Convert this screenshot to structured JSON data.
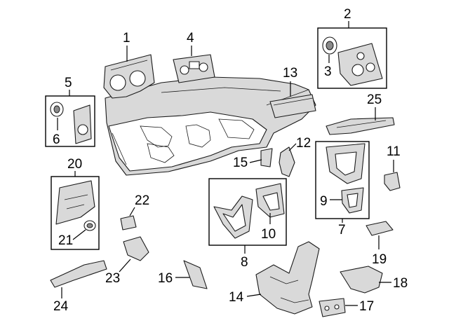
{
  "callouts": {
    "c1": "1",
    "c2": "2",
    "c3": "3",
    "c4": "4",
    "c5": "5",
    "c6": "6",
    "c7": "7",
    "c8": "8",
    "c9": "9",
    "c10": "10",
    "c11": "11",
    "c12": "12",
    "c13": "13",
    "c14": "14",
    "c15": "15",
    "c16": "16",
    "c17": "17",
    "c18": "18",
    "c19": "19",
    "c20": "20",
    "c21": "21",
    "c22": "22",
    "c23": "23",
    "c24": "24",
    "c25": "25"
  },
  "colors": {
    "line": "#000000",
    "part_shade": "#d9d9d9",
    "background": "#ffffff"
  }
}
